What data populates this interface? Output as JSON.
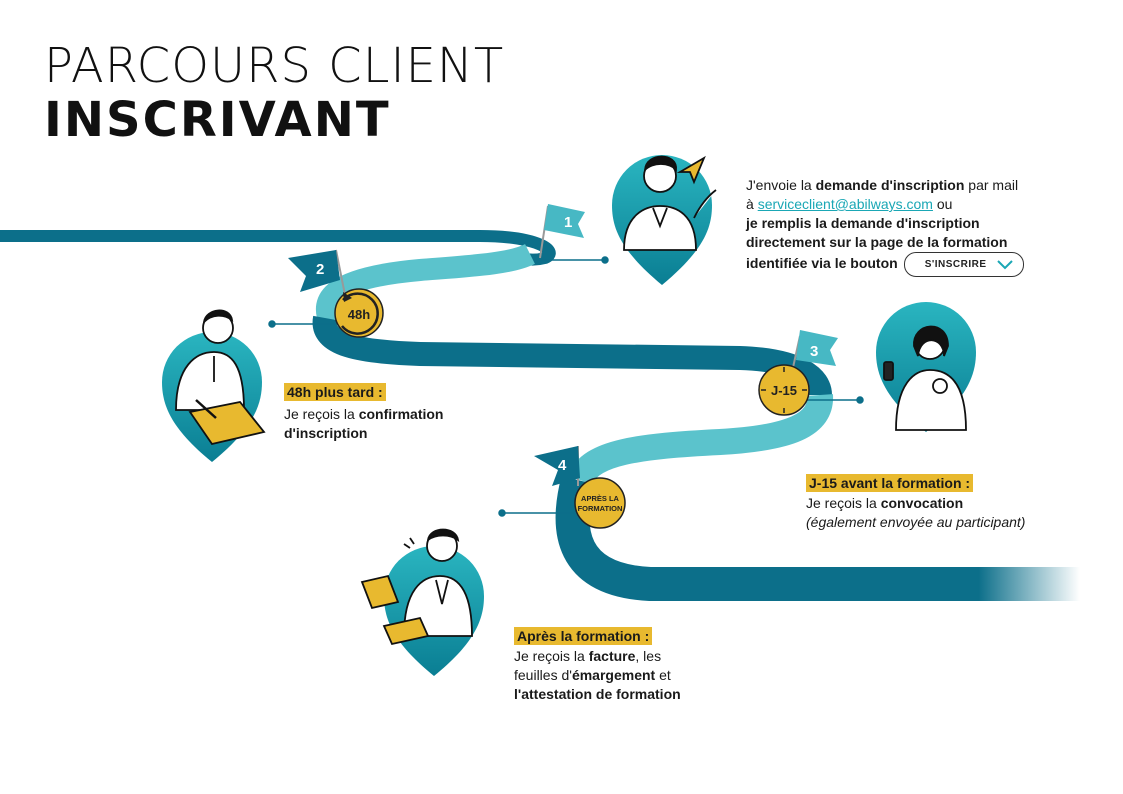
{
  "title": {
    "line1": "PARCOURS CLIENT",
    "line2": "INSCRIVANT"
  },
  "steps": [
    {
      "flag": "1"
    },
    {
      "flag": "2",
      "badge": "48h"
    },
    {
      "flag": "3",
      "badge": "J-15"
    },
    {
      "flag": "4",
      "badge_line1": "APRÈS LA",
      "badge_line2": "FORMATION"
    }
  ],
  "step1": {
    "t1": "J'envoie la ",
    "t2": "demande d'inscription",
    "t3": " par mail",
    "t4": "à ",
    "email": "serviceclient@abilways.com",
    "t5": " ou",
    "t6": "je remplis la demande d'inscription",
    "t7": "directement sur la page de la formation",
    "t8": "identifiée via le bouton",
    "button": "S'INSCRIRE"
  },
  "step2": {
    "heading": "48h plus tard :",
    "t1": "Je reçois la ",
    "t2": "confirmation",
    "t3": "d'inscription"
  },
  "step3": {
    "heading": "J-15 avant la formation :",
    "t1": "Je reçois la ",
    "t2": "convocation",
    "t3": "(également envoyée au participant)"
  },
  "step4": {
    "heading": "Après la formation :",
    "t1": "Je reçois la ",
    "t2": "facture",
    "t3": ", les",
    "t4": "feuilles d'",
    "t5": "émargement",
    "t6": " et",
    "t7": "l'attestation de formation"
  },
  "colors": {
    "teal_dark": "#0c6f8a",
    "teal_light": "#5bc3cc",
    "gold": "#e8b92f"
  }
}
